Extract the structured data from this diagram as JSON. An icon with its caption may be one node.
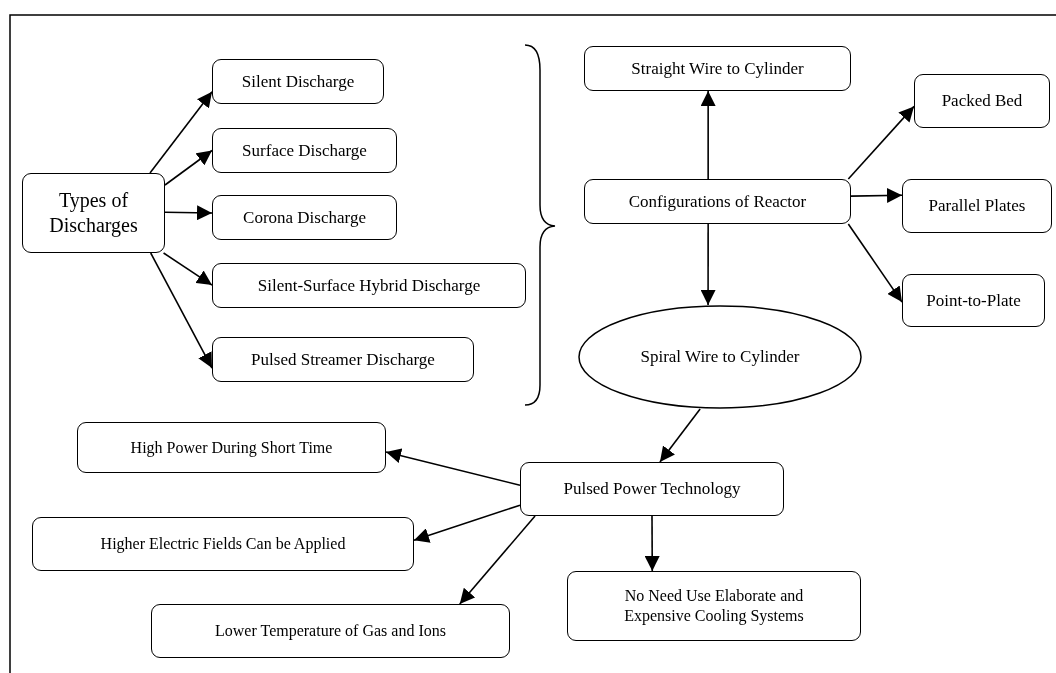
{
  "diagram": {
    "nodes": [
      {
        "text": [
          "Types of Discharges"
        ]
      },
      {
        "text": [
          "Silent Discharge"
        ]
      },
      {
        "text": [
          "Surface Discharge"
        ]
      },
      {
        "text": [
          "Corona Discharge"
        ]
      },
      {
        "text": [
          "Silent-Surface Hybrid Discharge"
        ]
      },
      {
        "text": [
          "Pulsed Streamer Discharge"
        ]
      },
      {
        "text": [
          "Straight Wire to Cylinder"
        ]
      },
      {
        "text": [
          "Configurations of Reactor"
        ]
      },
      {
        "text": [
          "Packed Bed"
        ]
      },
      {
        "text": [
          "Parallel Plates"
        ]
      },
      {
        "text": [
          "Point-to-Plate"
        ]
      },
      {
        "text": [
          "Spiral Wire to Cylinder"
        ]
      },
      {
        "text": [
          "Pulsed Power Technology"
        ]
      },
      {
        "text": [
          "High Power During Short Time"
        ]
      },
      {
        "text": [
          "Higher Electric Fields Can be Applied"
        ]
      },
      {
        "text": [
          "Lower Temperature of Gas and Ions"
        ]
      },
      {
        "text": [
          "No Need Use Elaborate and Expensive Cooling Systems"
        ]
      }
    ],
    "edges": [
      {
        "from": 0,
        "to": 1,
        "arrow": "to"
      },
      {
        "from": 0,
        "to": 2,
        "arrow": "to"
      },
      {
        "from": 0,
        "to": 3,
        "arrow": "to"
      },
      {
        "from": 0,
        "to": 4,
        "arrow": "to"
      },
      {
        "from": 0,
        "to": 5,
        "arrow": "to"
      },
      {
        "from": 7,
        "to": 6,
        "arrow": "to"
      },
      {
        "from": 7,
        "to": 8,
        "arrow": "to"
      },
      {
        "from": 7,
        "to": 9,
        "arrow": "to"
      },
      {
        "from": 7,
        "to": 10,
        "arrow": "to"
      },
      {
        "from": 7,
        "to": 11,
        "arrow": "to"
      },
      {
        "from": 11,
        "to": 12,
        "arrow": "to"
      },
      {
        "from": 12,
        "to": 13,
        "arrow": "to"
      },
      {
        "from": 12,
        "to": 14,
        "arrow": "to"
      },
      {
        "from": 12,
        "to": 15,
        "arrow": "to"
      },
      {
        "from": 12,
        "to": 16,
        "arrow": "to"
      }
    ]
  }
}
